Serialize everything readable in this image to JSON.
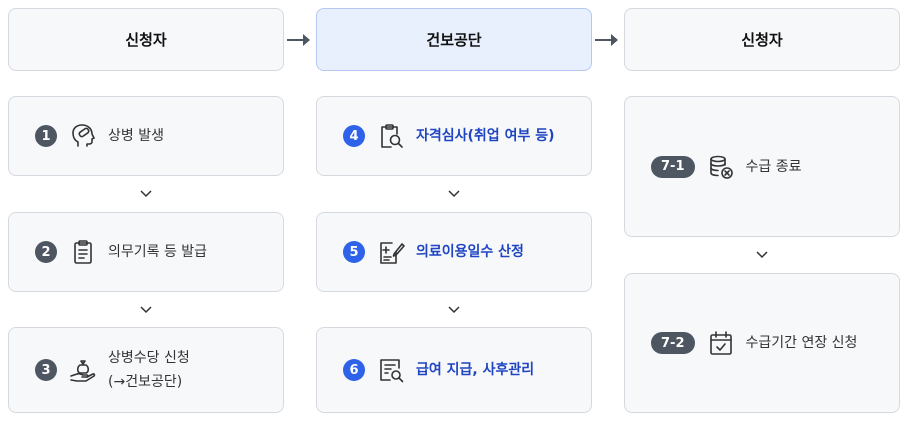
{
  "headers": [
    "신청자",
    "건보공단",
    "신청자"
  ],
  "col1": [
    {
      "num": "1",
      "icon": "head-bandage-icon",
      "label": "상병 발생"
    },
    {
      "num": "2",
      "icon": "clipboard-icon",
      "label": "의무기록 등 발급"
    },
    {
      "num": "3",
      "icon": "hand-money-bag-icon",
      "line1": "상병수당 신청",
      "line2": "(→건보공단)"
    }
  ],
  "col2": [
    {
      "num": "4",
      "icon": "clipboard-search-icon",
      "bold": "자격심사",
      "rest": "(취업 여부 등)"
    },
    {
      "num": "5",
      "icon": "medical-document-pen-icon",
      "label": "의료이용일수 산정"
    },
    {
      "num": "6",
      "icon": "document-search-icon",
      "label": "급여 지급, 사후관리"
    }
  ],
  "col3": [
    {
      "num": "7-1",
      "icon": "coins-cancel-icon",
      "label": "수급 종료"
    },
    {
      "num": "7-2",
      "icon": "calendar-check-icon",
      "label": "수급기간 연장 신청"
    }
  ],
  "colors": {
    "accent_blue": "#2e62e8",
    "text_blue": "#1f45c2",
    "badge_gray": "#4e5662",
    "header_blue_bg": "#e8f0fe"
  }
}
